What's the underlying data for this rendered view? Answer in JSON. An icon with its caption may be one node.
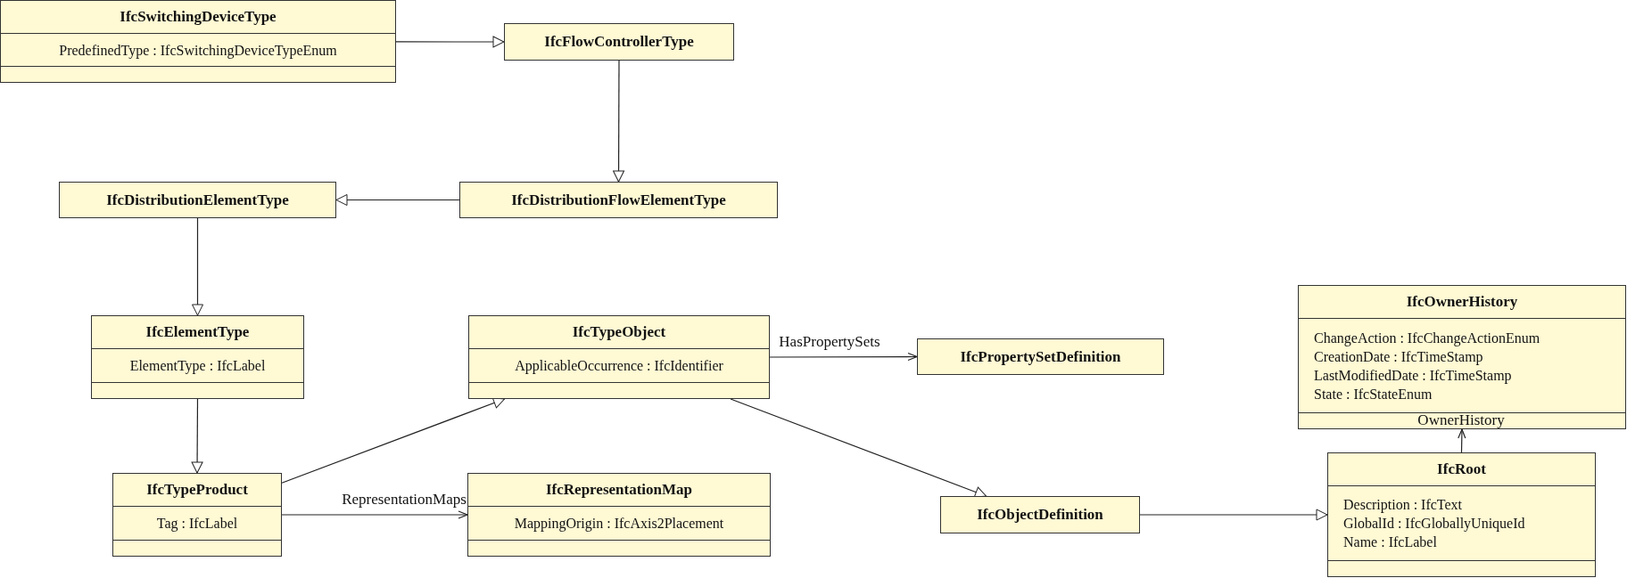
{
  "diagram": {
    "nodes": [
      {
        "text": [
          "IfcSwitchingDeviceType",
          "PredefinedType : IfcSwitchingDeviceTypeEnum"
        ]
      },
      {
        "text": [
          "IfcFlowControllerType"
        ]
      },
      {
        "text": [
          "IfcDistributionFlowElementType"
        ]
      },
      {
        "text": [
          "IfcDistributionElementType"
        ]
      },
      {
        "text": [
          "IfcElementType",
          "ElementType : IfcLabel"
        ]
      },
      {
        "text": [
          "IfcTypeObject",
          "ApplicableOccurrence : IfcIdentifier"
        ]
      },
      {
        "text": [
          "IfcPropertySetDefinition"
        ]
      },
      {
        "text": [
          "IfcOwnerHistory",
          "ChangeAction : IfcChangeActionEnum",
          "CreationDate : IfcTimeStamp",
          "LastModifiedDate : IfcTimeStamp",
          "State : IfcStateEnum"
        ]
      },
      {
        "text": [
          "IfcTypeProduct",
          "Tag : IfcLabel"
        ]
      },
      {
        "text": [
          "IfcRepresentationMap",
          "MappingOrigin : IfcAxis2Placement"
        ]
      },
      {
        "text": [
          "IfcObjectDefinition"
        ]
      },
      {
        "text": [
          "IfcRoot",
          "Description : IfcText",
          "GlobalId : IfcGloballyUniqueId",
          "Name : IfcLabel"
        ]
      }
    ],
    "edges": [
      {
        "from": 0,
        "to": 1,
        "arrow": "to"
      },
      {
        "from": 1,
        "to": 2,
        "arrow": "to"
      },
      {
        "from": 2,
        "to": 3,
        "arrow": "to"
      },
      {
        "from": 3,
        "to": 4,
        "arrow": "to"
      },
      {
        "from": 4,
        "to": 8,
        "arrow": "to"
      },
      {
        "from": 8,
        "to": 5,
        "arrow": "to"
      },
      {
        "from": 5,
        "to": 10,
        "arrow": "to"
      },
      {
        "from": 10,
        "to": 11,
        "arrow": "to"
      },
      {
        "from": 5,
        "to": 6,
        "arrow": "to",
        "label": "HasPropertySets"
      },
      {
        "from": 8,
        "to": 9,
        "arrow": "to",
        "label": "RepresentationMaps"
      },
      {
        "from": 11,
        "to": 7,
        "arrow": "to",
        "label": "OwnerHistory"
      }
    ]
  }
}
